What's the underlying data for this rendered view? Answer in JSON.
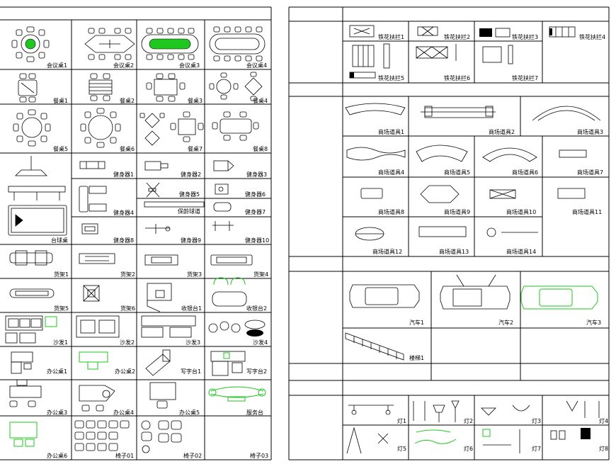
{
  "left_panel": {
    "labels": [
      "会议桌1",
      "会议桌2",
      "会议桌3",
      "会议桌4",
      "餐桌1",
      "餐桌2",
      "餐桌3",
      "餐桌4",
      "餐桌5",
      "餐桌6",
      "餐桌7",
      "餐桌8",
      "健身器1",
      "健身器2",
      "健身器3",
      "健身器5",
      "健身器6",
      "保龄球道",
      "健身器7",
      "健身器4",
      "健身器8",
      "健身器9",
      "健身器10",
      "台球桌",
      "货架1",
      "货架2",
      "货架3",
      "货架4",
      "货架5",
      "货架6",
      "收银台1",
      "收银台2",
      "沙发1",
      "沙发2",
      "沙发3",
      "沙发4",
      "办公桌1",
      "办公桌2",
      "写字台1",
      "写字台2",
      "办公桌3",
      "办公桌4",
      "办公桌5",
      "服务台",
      "办公桌6",
      "椅子01",
      "椅子02",
      "椅子03"
    ]
  },
  "right_panel": {
    "labels": [
      "铁花扶拦1",
      "铁花扶拦2",
      "铁花扶拦3",
      "铁花扶拦4",
      "铁花扶拦5",
      "铁花扶拦6",
      "铁花扶拦7",
      "商场道具1",
      "商场道具2",
      "商场道具3",
      "商场道具4",
      "商场道具5",
      "商场道具6",
      "商场道具7",
      "商场道具8",
      "商场道具9",
      "商场道具10",
      "商场道具11",
      "商场道具12",
      "商场道具13",
      "商场道具14",
      "汽车1",
      "汽车2",
      "汽车3",
      "楼梯1",
      "灯1",
      "灯2",
      "灯3",
      "灯4",
      "灯5",
      "灯6",
      "灯7",
      "灯8"
    ]
  },
  "colors": {
    "line": "#000000",
    "highlight": "#1ec81e"
  }
}
